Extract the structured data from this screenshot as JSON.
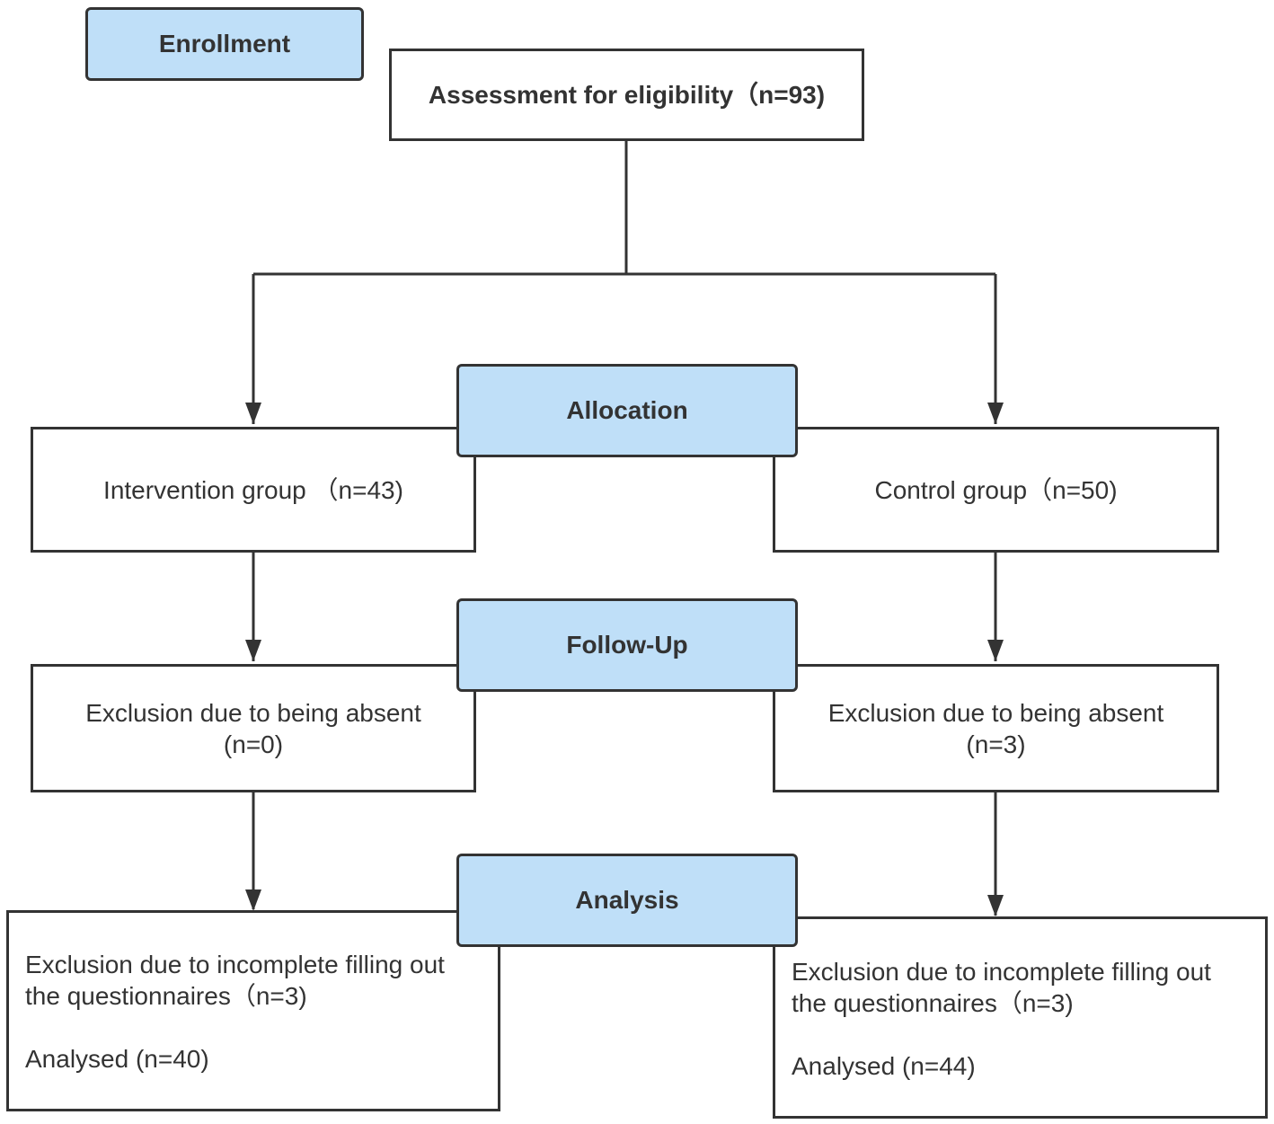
{
  "phases": {
    "enrollment": "Enrollment",
    "allocation": "Allocation",
    "follow_up": "Follow-Up",
    "analysis": "Analysis"
  },
  "assessment": {
    "text": "Assessment for eligibility（n=93)"
  },
  "intervention_group": {
    "text": "Intervention group （n=43)"
  },
  "control_group": {
    "text": "Control group（n=50)"
  },
  "intervention_followup": {
    "line1": "Exclusion due to being absent",
    "line2": "(n=0)"
  },
  "control_followup": {
    "line1": "Exclusion due to being absent",
    "line2": "(n=3)"
  },
  "intervention_analysis": {
    "line1": "Exclusion due to incomplete filling out",
    "line2": "the questionnaires（n=3)",
    "line3": "Analysed (n=40)"
  },
  "control_analysis": {
    "line1": "Exclusion due to incomplete filling out",
    "line2": "the questionnaires（n=3)",
    "line3": "Analysed (n=44)"
  },
  "colors": {
    "phase_fill": "#bfdff8",
    "stroke": "#333333"
  }
}
